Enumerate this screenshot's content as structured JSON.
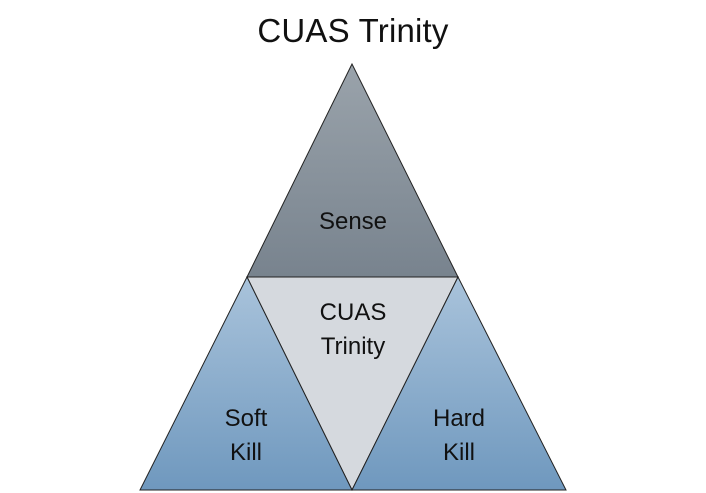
{
  "title": "CUAS Trinity",
  "sections": {
    "top": {
      "label": "Sense"
    },
    "center": {
      "line1": "CUAS",
      "line2": "Trinity"
    },
    "left": {
      "line1": "Soft",
      "line2": "Kill"
    },
    "right": {
      "line1": "Hard",
      "line2": "Kill"
    }
  },
  "colors": {
    "top_fill_start": "#9aa3ab",
    "top_fill_end": "#78838e",
    "center_fill": "#d5d9de",
    "side_fill_start": "#a9c3db",
    "side_fill_end": "#6f98be",
    "stroke": "#222222"
  }
}
